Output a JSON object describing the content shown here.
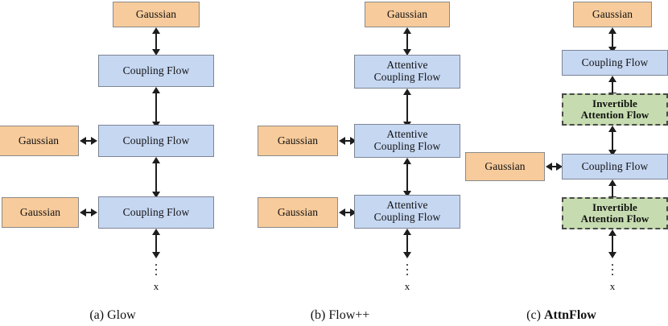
{
  "figure": {
    "background": "#ffffff",
    "colors": {
      "gaussian_fill": "#f7cb9b",
      "coupling_fill": "#c6d7f2",
      "attention_fill": "#c6dcb0",
      "arrow": "#1d1d1d",
      "gaussian_border": "#8a8a8a",
      "coupling_border": "#7b8494",
      "attention_border": "#4a4a4a"
    },
    "input_symbol": "x",
    "ellipsis_dots": 3
  },
  "panels": [
    {
      "id": "a",
      "caption_index": "(a)",
      "caption_name": "Glow",
      "caption_bold": false,
      "top_gaussian": "Gaussian",
      "side_gaussians": [
        "Gaussian",
        "Gaussian"
      ],
      "blocks": [
        {
          "label": "Coupling Flow",
          "kind": "coupling"
        },
        {
          "label": "Coupling Flow",
          "kind": "coupling"
        },
        {
          "label": "Coupling Flow",
          "kind": "coupling"
        }
      ]
    },
    {
      "id": "b",
      "caption_index": "(b)",
      "caption_name": "Flow++",
      "caption_bold": false,
      "top_gaussian": "Gaussian",
      "side_gaussians": [
        "Gaussian",
        "Gaussian"
      ],
      "blocks": [
        {
          "label": "Attentive\nCoupling Flow",
          "kind": "coupling"
        },
        {
          "label": "Attentive\nCoupling Flow",
          "kind": "coupling"
        },
        {
          "label": "Attentive\nCoupling Flow",
          "kind": "coupling"
        }
      ]
    },
    {
      "id": "c",
      "caption_index": "(c)",
      "caption_name": "AttnFlow",
      "caption_bold": true,
      "top_gaussian": "Gaussian",
      "side_gaussians": [
        "Gaussian"
      ],
      "blocks": [
        {
          "label": "Coupling Flow",
          "kind": "coupling"
        },
        {
          "label": "Invertible\nAttention Flow",
          "kind": "attention"
        },
        {
          "label": "Coupling Flow",
          "kind": "coupling"
        },
        {
          "label": "Invertible\nAttention Flow",
          "kind": "attention"
        }
      ]
    }
  ]
}
